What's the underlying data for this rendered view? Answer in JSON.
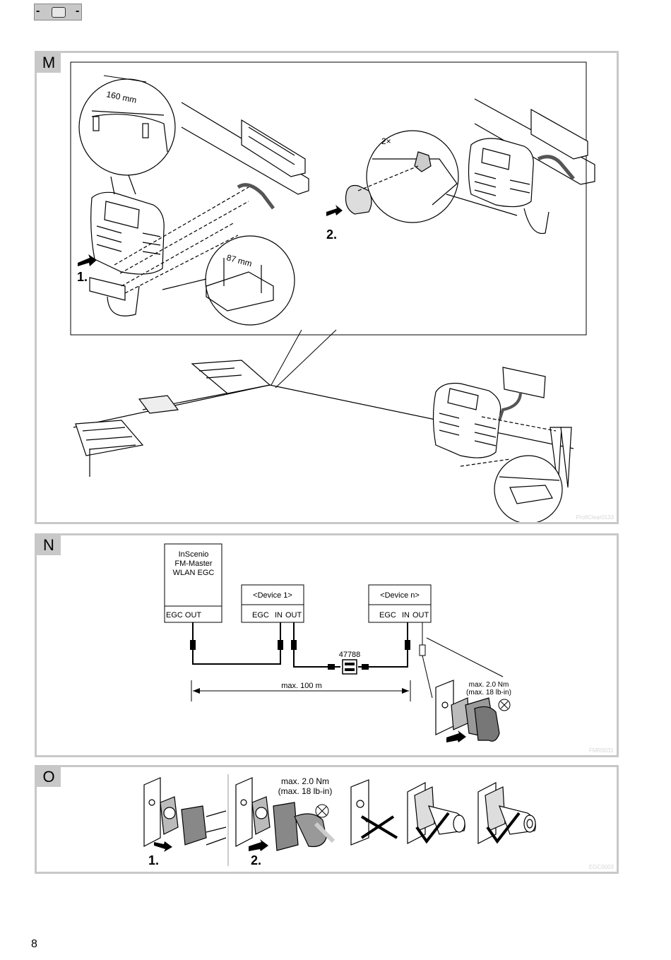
{
  "header": {
    "dash_left": "-",
    "dash_right": "-"
  },
  "panel_m": {
    "label": "M",
    "credit": "ProfiClear0133",
    "dim_160": "160 mm",
    "dim_87": "87 mm",
    "step1": "1.",
    "step2": "2.",
    "times": "2×"
  },
  "panel_n": {
    "label": "N",
    "credit": "FMR0031",
    "master": {
      "line1": "InScenio",
      "line2": "FM-Master",
      "line3": "WLAN EGC",
      "port": "EGC OUT"
    },
    "device1": {
      "name": "<Device 1>",
      "egc": "EGC",
      "in": "IN",
      "out": "OUT"
    },
    "devicen": {
      "name": "<Device n>",
      "egc": "EGC",
      "in": "IN",
      "out": "OUT"
    },
    "part_no": "47788",
    "distance": "max. 100 m",
    "torque1": "max. 2.0 Nm",
    "torque2": "(max. 18 lb-in)"
  },
  "panel_o": {
    "label": "O",
    "credit": "EGC0003",
    "step1": "1.",
    "step2": "2.",
    "torque1": "max. 2.0 Nm",
    "torque2": "(max. 18 lb-in)"
  },
  "footer": {
    "page_number": "8"
  }
}
